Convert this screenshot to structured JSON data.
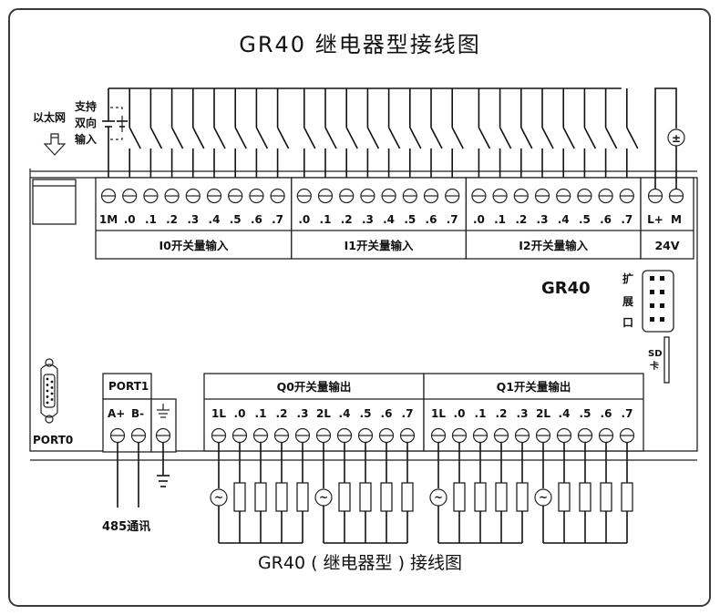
{
  "title": "GR40 继电器型接线图",
  "subtitle": "GR40 ( 继电器型 ) 接线图",
  "model_label": "GR40",
  "ethernet": {
    "label": "以太网",
    "icon": "arrow-down-icon",
    "bidirectional_note": [
      "支持",
      "双向",
      "输入"
    ]
  },
  "input_groups": [
    {
      "name": "I0开关量输入",
      "terminals": [
        "1M",
        ".0",
        ".1",
        ".2",
        ".3",
        ".4",
        ".5",
        ".6",
        ".7"
      ]
    },
    {
      "name": "I1开关量输入",
      "terminals": [
        ".0",
        ".1",
        ".2",
        ".3",
        ".4",
        ".5",
        ".6",
        ".7"
      ]
    },
    {
      "name": "I2开关量输入",
      "terminals": [
        ".0",
        ".1",
        ".2",
        ".3",
        ".4",
        ".5",
        ".6",
        ".7"
      ]
    }
  ],
  "power": {
    "name": "24V",
    "terminals": [
      "L+",
      "M"
    ],
    "source_icon": "dc-source-icon",
    "source_symbol": "±"
  },
  "expansion": {
    "label": [
      "扩",
      "展",
      "口"
    ]
  },
  "sd_card": {
    "label": [
      "SD",
      "卡"
    ]
  },
  "port0": {
    "label": "PORT0"
  },
  "port1": {
    "label": "PORT1",
    "terminals": [
      "A+",
      "B-"
    ],
    "ground_symbol": "⏚"
  },
  "rs485_label": "485通讯",
  "output_groups": [
    {
      "name": "Q0开关量输出",
      "terminals": [
        "1L",
        ".0",
        ".1",
        ".2",
        ".3",
        "2L",
        ".4",
        ".5",
        ".6",
        ".7"
      ]
    },
    {
      "name": "Q1开关量输出",
      "terminals": [
        "1L",
        ".0",
        ".1",
        ".2",
        ".3",
        "2L",
        ".4",
        ".5",
        ".6",
        ".7"
      ]
    }
  ],
  "output_source_symbol": "~"
}
